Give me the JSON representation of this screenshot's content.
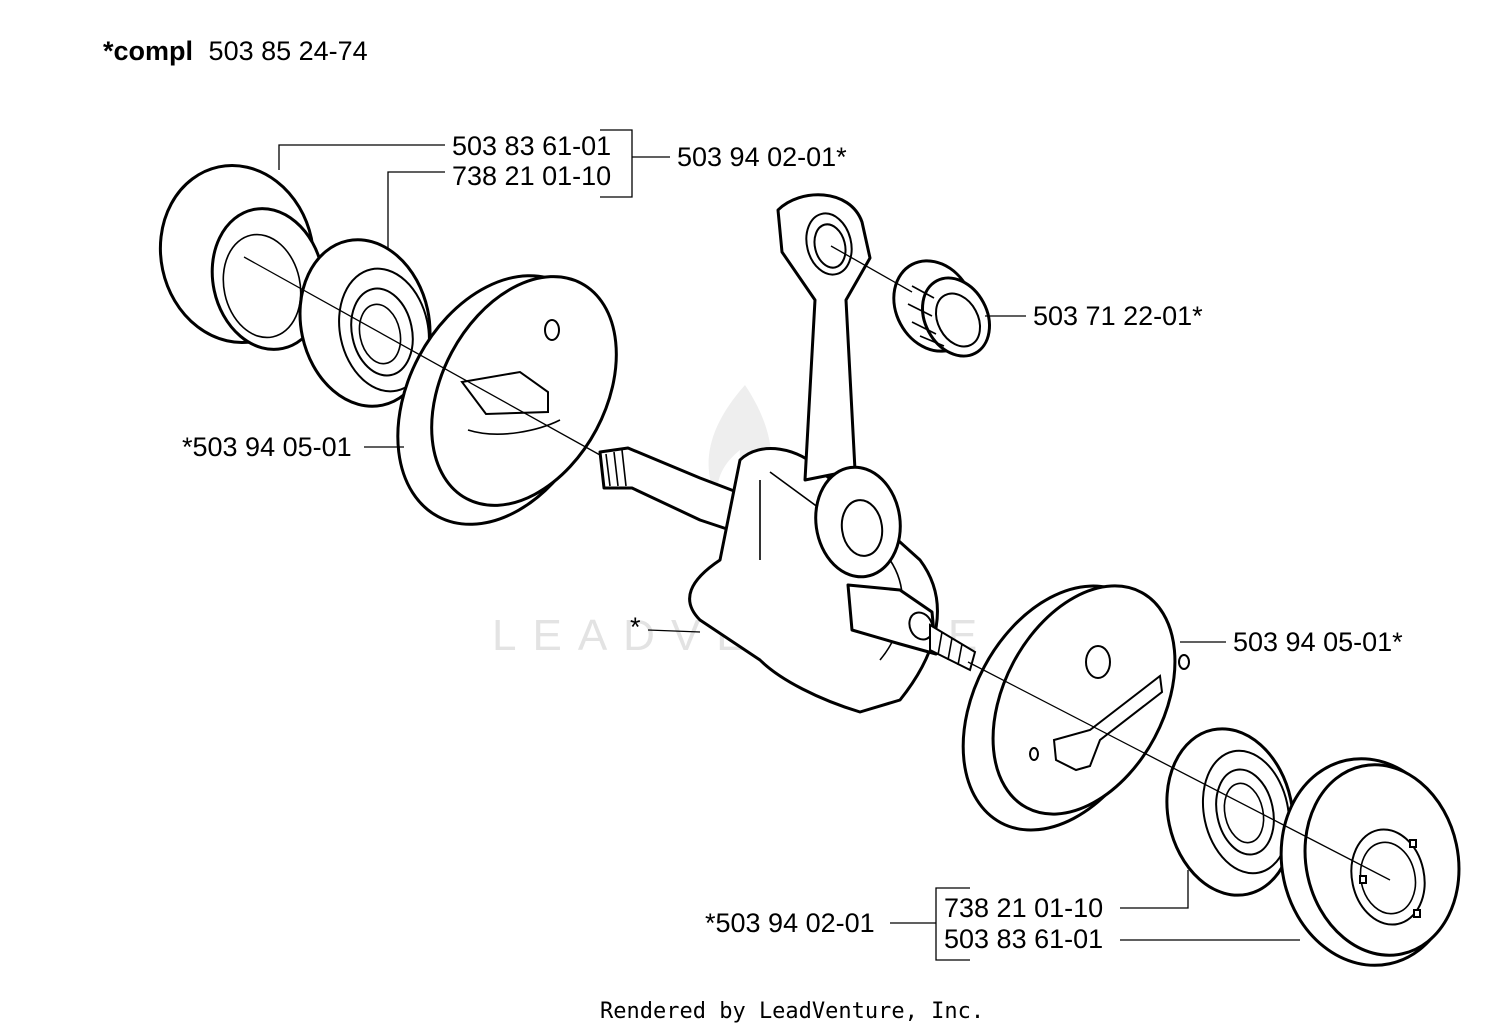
{
  "title": {
    "prefix": "*compl",
    "number": "503 85 24-74"
  },
  "labels": {
    "bearing_shell_top": "503 83 61-01",
    "ball_bearing_top": "738 21 01-10",
    "bearing_kit_top": "503 94 02-01*",
    "needle_bearing": "503 71 22-01*",
    "crank_half_left": "*503 94 05-01",
    "crankshaft": "*",
    "crank_half_right": "503 94 05-01*",
    "bearing_kit_bottom": "*503 94 02-01",
    "ball_bearing_bottom": "738 21 01-10",
    "bearing_shell_bottom": "503 83 61-01"
  },
  "watermark": "LEADVENTURE",
  "footer": "Rendered by LeadVenture, Inc."
}
